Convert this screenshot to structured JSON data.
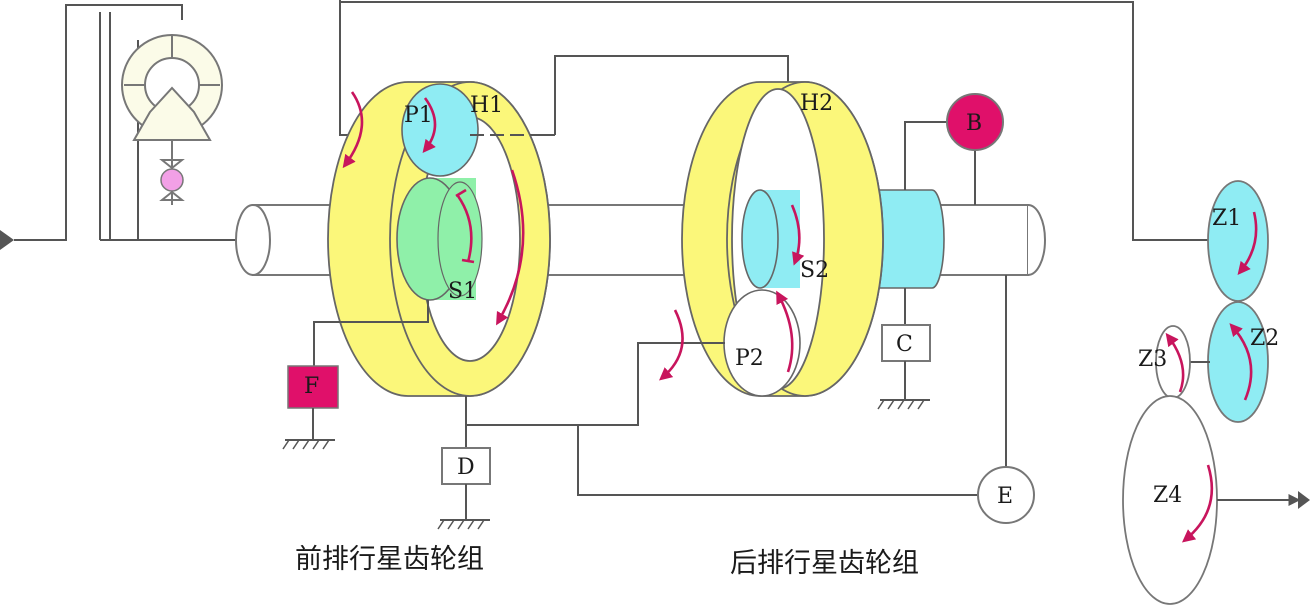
{
  "labels": {
    "p1": "P1",
    "h1": "H1",
    "s1": "S1",
    "h2": "H2",
    "s2": "S2",
    "p2": "P2",
    "b": "B",
    "c": "C",
    "d": "D",
    "e": "E",
    "f": "F",
    "z1": "Z1",
    "z2": "Z2",
    "z3": "Z3",
    "z4": "Z4"
  },
  "captions": {
    "front": "前排行星齿轮组",
    "rear": "后排行星齿轮组"
  },
  "colors": {
    "ring_yellow": "#fbf77a",
    "sun_green": "#8ff0a9",
    "gear_cyan": "#8fecf3",
    "brake_magenta": "#e0106a",
    "arrow_red": "#c8155d",
    "pump_pink": "#f2a0e6"
  }
}
